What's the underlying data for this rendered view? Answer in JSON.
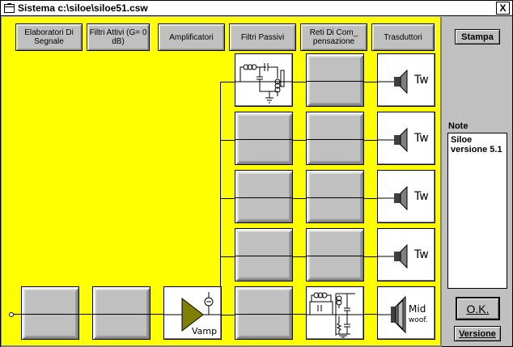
{
  "window": {
    "title": "Sistema c:\\siloe\\siloe51.csw",
    "close_label": "X"
  },
  "toolbar": {
    "buttons": [
      {
        "label": "Elaboratori Di Segnale"
      },
      {
        "label": "Filtri Attivi (G= 0 dB)"
      },
      {
        "label": "Amplificatori"
      },
      {
        "label": "Filtri Passivi"
      },
      {
        "label": "Reti Di Com_ pensazione"
      },
      {
        "label": "Trasduttori"
      }
    ]
  },
  "components": {
    "tweeter_label": "Tw",
    "amp_label": "Vamp",
    "mid_label": "Mid",
    "woof_label": "woof."
  },
  "right_panel": {
    "stampa_label": "Stampa",
    "note_label": "Note",
    "note_text": "Siloe versione 5.1",
    "ok_label": "O.K.",
    "versione_label": "Versione"
  },
  "colors": {
    "canvas": "#ffff00",
    "amp_fill": "#808000"
  }
}
